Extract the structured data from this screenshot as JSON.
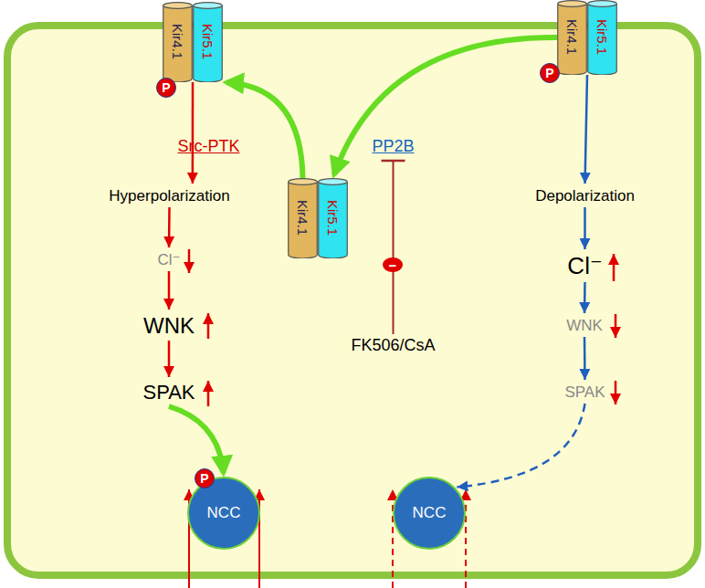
{
  "diagram": {
    "nodes": [
      {
        "text": [
          "Kir4.1"
        ]
      },
      {
        "text": [
          "Kir5.1"
        ]
      },
      {
        "text": [
          "P"
        ]
      },
      {
        "text": [
          "Kir4.1"
        ]
      },
      {
        "text": [
          "Kir5.1"
        ]
      },
      {
        "text": [
          "P"
        ]
      },
      {
        "text": [
          "Src-PTK"
        ]
      },
      {
        "text": [
          "PP2B"
        ]
      },
      {
        "text": [
          "Kir4.1"
        ]
      },
      {
        "text": [
          "Kir5.1"
        ]
      },
      {
        "text": [
          "Hyperpolarization"
        ]
      },
      {
        "text": [
          "Depolarization"
        ]
      },
      {
        "text": [
          "Cl⁻"
        ]
      },
      {
        "text": [
          "WNK"
        ]
      },
      {
        "text": [
          "SPAK"
        ]
      },
      {
        "text": [
          "Cl⁻"
        ]
      },
      {
        "text": [
          "WNK"
        ]
      },
      {
        "text": [
          "SPAK"
        ]
      },
      {
        "text": [
          "FK506/CsA"
        ]
      },
      {
        "text": [
          "NCC"
        ]
      },
      {
        "text": [
          "P"
        ]
      },
      {
        "text": [
          "NCC"
        ]
      },
      {
        "text": [
          "−"
        ]
      }
    ],
    "edges": [
      {
        "from": 0,
        "to": 10,
        "arrow": "to"
      },
      {
        "from": 10,
        "to": 12,
        "arrow": "to"
      },
      {
        "from": 12,
        "to": 13,
        "arrow": "to"
      },
      {
        "from": 13,
        "to": 14,
        "arrow": "to"
      },
      {
        "from": 14,
        "to": 19,
        "arrow": "to"
      },
      {
        "from": 3,
        "to": 11,
        "arrow": "to"
      },
      {
        "from": 11,
        "to": 15,
        "arrow": "to"
      },
      {
        "from": 15,
        "to": 16,
        "arrow": "to"
      },
      {
        "from": 16,
        "to": 17,
        "arrow": "to"
      },
      {
        "from": 17,
        "to": 21,
        "arrow": "to"
      },
      {
        "from": 3,
        "to": 9,
        "arrow": "to"
      },
      {
        "from": 8,
        "to": 1,
        "arrow": "to"
      },
      {
        "from": 18,
        "to": 7,
        "arrow": "to"
      }
    ]
  }
}
